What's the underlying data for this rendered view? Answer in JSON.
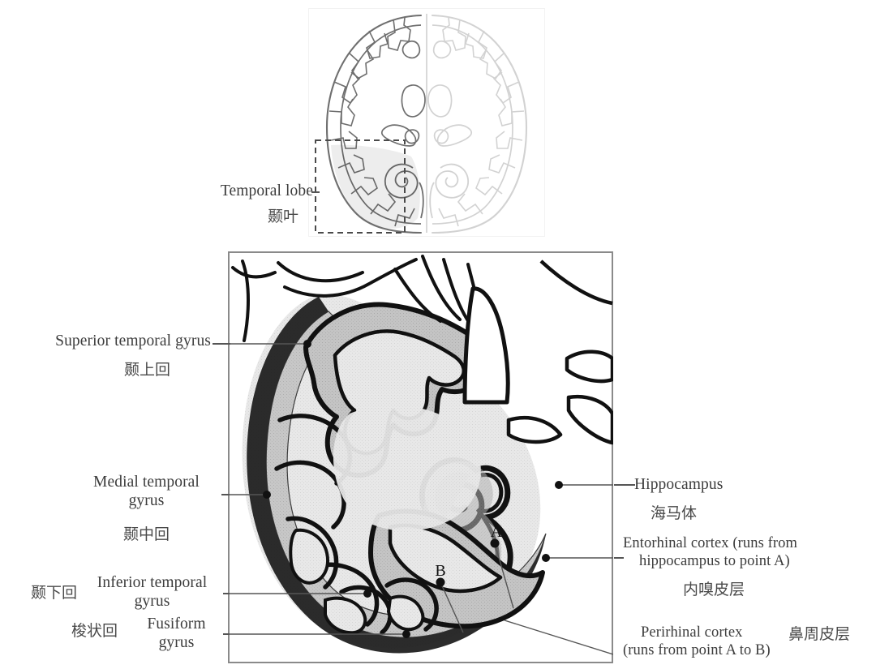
{
  "figure": {
    "type": "anatomical-diagram",
    "subject": "Human temporal lobe coronal section with medial temporal lobe structures",
    "panels": [
      {
        "name": "overview",
        "description": "Axial brain slice with dashed box marking the temporal lobe"
      },
      {
        "name": "detail",
        "description": "Magnified coronal section of the left temporal lobe"
      }
    ]
  },
  "overview": {
    "label": {
      "en": "Temporal lobe",
      "cn": "颞叶"
    },
    "callout_box": "dashed-rectangle"
  },
  "labels": {
    "superior_temporal_gyrus": {
      "en": "Superior temporal gyrus",
      "cn": "颞上回"
    },
    "medial_temporal_gyrus": {
      "en_line1": "Medial temporal",
      "en_line2": "gyrus",
      "cn": "颞中回"
    },
    "inferior_temporal_gyrus": {
      "en_line1": "Inferior temporal",
      "en_line2": "gyrus",
      "cn": "颞下回"
    },
    "fusiform_gyrus": {
      "en_line1": "Fusiform",
      "en_line2": "gyrus",
      "cn": "梭状回"
    },
    "hippocampus": {
      "en": "Hippocampus",
      "cn": "海马体"
    },
    "entorhinal_cortex": {
      "en_line1": "Entorhinal cortex (runs from",
      "en_line2": "hippocampus to point A)",
      "cn": "内嗅皮层"
    },
    "perirhinal_cortex": {
      "en_line1": "Perirhinal cortex",
      "en_line2": "(runs from point A to B)",
      "cn": "鼻周皮层"
    }
  },
  "markers": {
    "point_a": "A",
    "point_b": "B"
  },
  "colors": {
    "ink": "#1c1c1c",
    "text": "#3c3c3c",
    "leader": "#555555",
    "frame": "#808080",
    "gray_matter_dark": "#9e9e9e",
    "gray_matter_mid": "#bdbdbd",
    "white_matter": "#efefef",
    "overview_left": "#6b6b6b",
    "overview_right": "#d8d8d8"
  }
}
